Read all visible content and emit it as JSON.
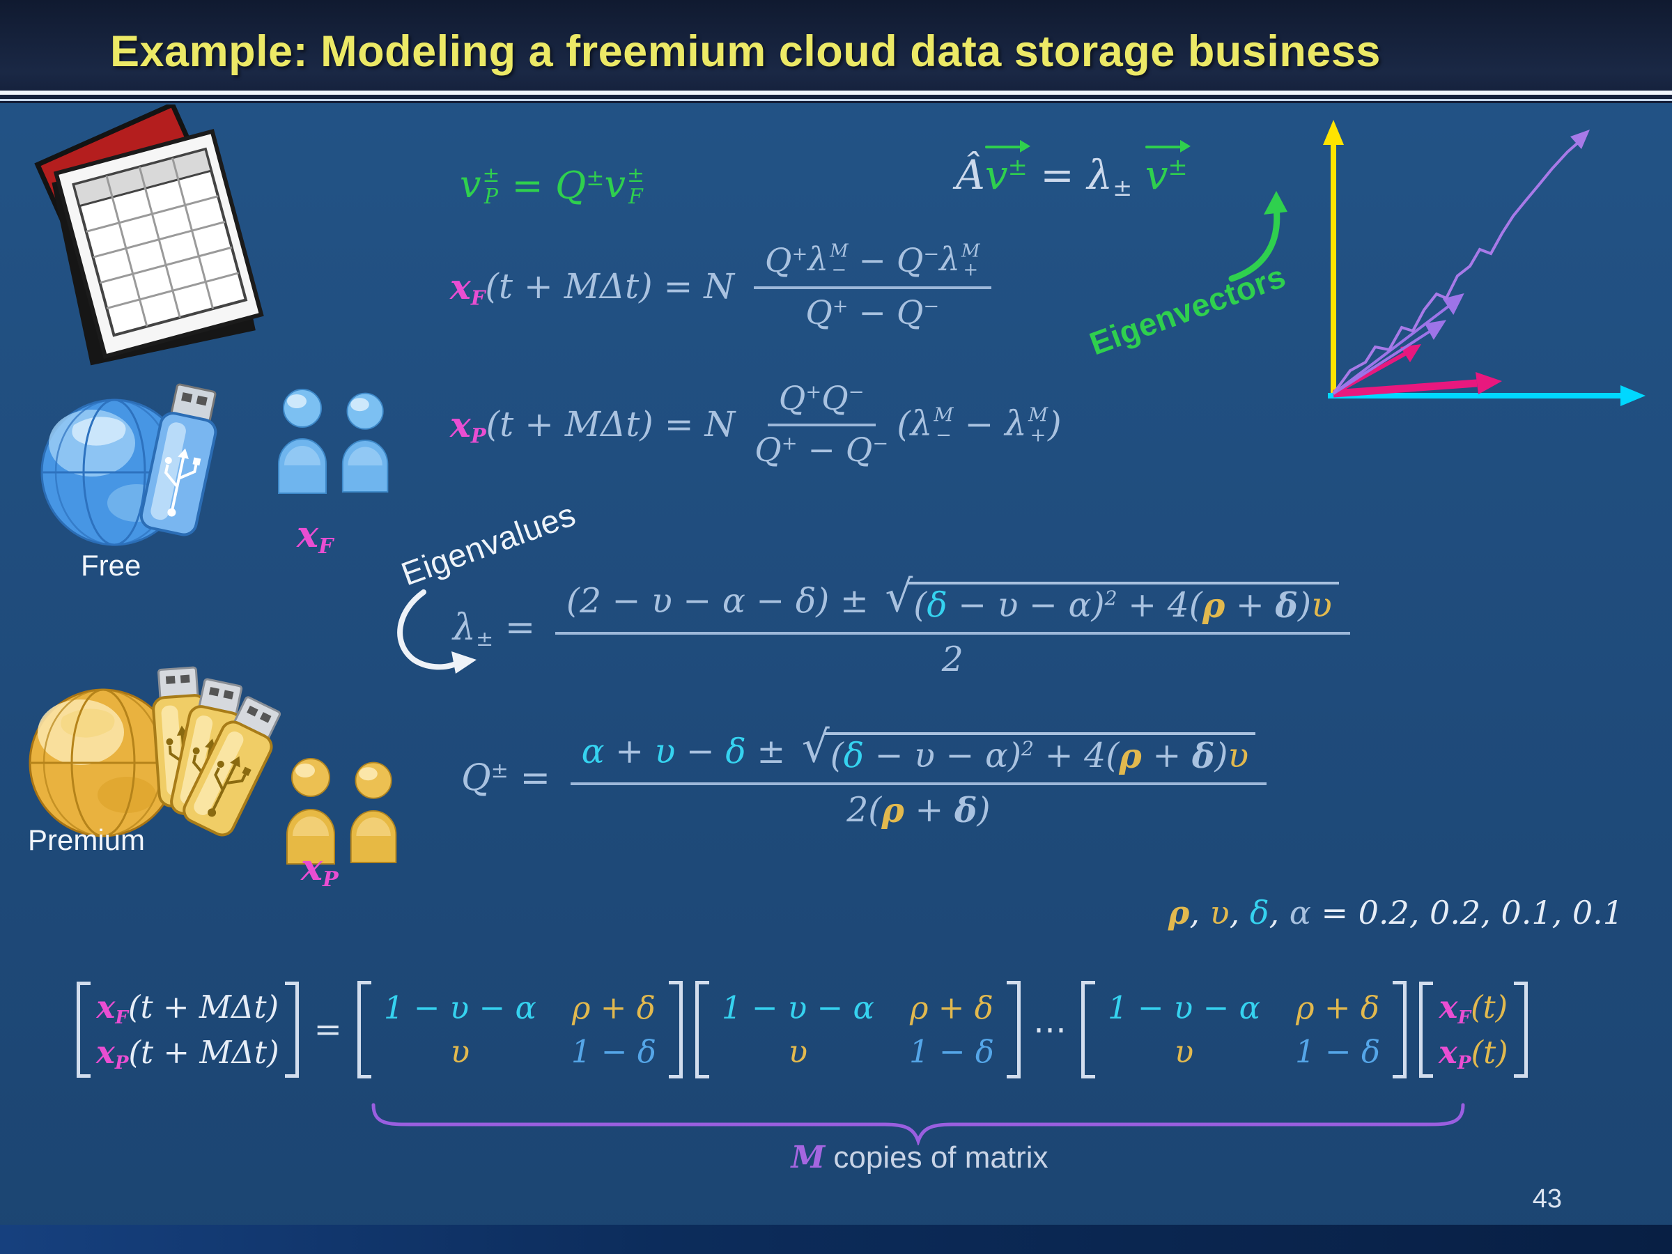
{
  "slide": {
    "title": "Example: Modeling a freemium cloud data storage business",
    "page_number": "43"
  },
  "labels": {
    "free": "Free",
    "premium": "Premium",
    "eigenvalues": "Eigenvalues",
    "eigenvectors": "Eigenvectors"
  },
  "side_labels": {
    "x_f": [
      {
        "t": "x",
        "c": "magenta",
        "b": true,
        "sub": "F"
      }
    ],
    "x_p": [
      {
        "t": "x",
        "c": "magenta",
        "b": true,
        "sub": "P"
      }
    ]
  },
  "equations": {
    "eq_v": [
      {
        "t": "v",
        "c": "green",
        "sup": "±",
        "sub": "P"
      },
      {
        "t": " = ",
        "c": "green"
      },
      {
        "t": "Q",
        "c": "green",
        "sup": "±"
      },
      {
        "t": "v",
        "c": "green",
        "sup": "±",
        "sub": "F"
      }
    ],
    "eq_eig": [
      {
        "t": "Â",
        "c": "lightgray"
      },
      {
        "t": "v",
        "c": "green",
        "sup": "±",
        "over": true
      },
      {
        "t": " = ",
        "c": "lightgray"
      },
      {
        "t": "λ",
        "c": "lightgray",
        "sub": "±"
      },
      {
        "t": " ",
        "c": "lightgray"
      },
      {
        "t": "v",
        "c": "green",
        "sup": "±",
        "over": true
      }
    ],
    "eq_xf": [
      {
        "t": "x",
        "c": "magenta",
        "b": true,
        "sub": "F"
      },
      {
        "t": "(t + MΔt) = N ",
        "c": "slate"
      },
      {
        "type": "frac",
        "num": [
          {
            "t": "Q",
            "c": "slate",
            "sup": "+"
          },
          {
            "t": "λ",
            "c": "slate",
            "sup": "M",
            "sub": "−"
          },
          {
            "t": " − ",
            "c": "slate"
          },
          {
            "t": "Q",
            "c": "slate",
            "sup": "−"
          },
          {
            "t": "λ",
            "c": "slate",
            "sup": "M",
            "sub": "+"
          }
        ],
        "den": [
          {
            "t": "Q",
            "c": "slate",
            "sup": "+"
          },
          {
            "t": " − ",
            "c": "slate"
          },
          {
            "t": "Q",
            "c": "slate",
            "sup": "−"
          }
        ]
      }
    ],
    "eq_xp": [
      {
        "t": "x",
        "c": "magenta",
        "b": true,
        "sub": "P"
      },
      {
        "t": "(t + MΔt) = N ",
        "c": "slate"
      },
      {
        "type": "frac",
        "num": [
          {
            "t": "Q",
            "c": "slate",
            "sup": "+"
          },
          {
            "t": "Q",
            "c": "slate",
            "sup": "−"
          }
        ],
        "den": [
          {
            "t": "Q",
            "c": "slate",
            "sup": "+"
          },
          {
            "t": " − ",
            "c": "slate"
          },
          {
            "t": "Q",
            "c": "slate",
            "sup": "−"
          }
        ]
      },
      {
        "t": "(",
        "c": "slate"
      },
      {
        "t": "λ",
        "c": "slate",
        "sup": "M",
        "sub": "−"
      },
      {
        "t": " − ",
        "c": "slate"
      },
      {
        "t": "λ",
        "c": "slate",
        "sup": "M",
        "sub": "+"
      },
      {
        "t": ")",
        "c": "slate"
      }
    ],
    "eq_lambda": [
      {
        "t": "λ",
        "c": "slate",
        "sub": "±"
      },
      {
        "t": " = ",
        "c": "slate"
      },
      {
        "type": "frac",
        "num": [
          {
            "t": "(2 − υ − α − δ)",
            "c": "slate"
          },
          {
            "t": " ± ",
            "c": "slate"
          },
          {
            "type": "sqrt",
            "rad": "√",
            "inner": [
              {
                "t": "(",
                "c": "slate"
              },
              {
                "t": "δ",
                "c": "cyan"
              },
              {
                "t": " − υ − α",
                "c": "slate"
              },
              {
                "t": ")",
                "c": "slate",
                "sup": "2"
              },
              {
                "t": " + 4(",
                "c": "slate"
              },
              {
                "t": "ρ",
                "c": "gold",
                "b": true
              },
              {
                "t": " + ",
                "c": "slate"
              },
              {
                "t": "δ",
                "c": "slate",
                "b": true
              },
              {
                "t": ")",
                "c": "slate"
              },
              {
                "t": "υ",
                "c": "gold"
              }
            ]
          }
        ],
        "den": [
          {
            "t": "2",
            "c": "slate"
          }
        ]
      }
    ],
    "eq_q": [
      {
        "t": "Q",
        "c": "slate",
        "sup": "±"
      },
      {
        "t": " = ",
        "c": "slate"
      },
      {
        "type": "frac",
        "num": [
          {
            "t": "α",
            "c": "cyan"
          },
          {
            "t": " + ",
            "c": "slate"
          },
          {
            "t": "υ",
            "c": "cyan"
          },
          {
            "t": " − ",
            "c": "slate"
          },
          {
            "t": "δ",
            "c": "cyan"
          },
          {
            "t": " ± ",
            "c": "slate"
          },
          {
            "type": "sqrt",
            "rad": "√",
            "inner": [
              {
                "t": "(",
                "c": "slate"
              },
              {
                "t": "δ",
                "c": "cyan"
              },
              {
                "t": " − υ − α",
                "c": "slate"
              },
              {
                "t": ")",
                "c": "slate",
                "sup": "2"
              },
              {
                "t": " + 4(",
                "c": "slate"
              },
              {
                "t": "ρ",
                "c": "gold",
                "b": true
              },
              {
                "t": " + ",
                "c": "slate"
              },
              {
                "t": "δ",
                "c": "slate",
                "b": true
              },
              {
                "t": ")",
                "c": "slate"
              },
              {
                "t": "υ",
                "c": "gold"
              }
            ]
          }
        ],
        "den": [
          {
            "t": "2(",
            "c": "slate"
          },
          {
            "t": "ρ",
            "c": "gold",
            "b": true
          },
          {
            "t": " + ",
            "c": "slate"
          },
          {
            "t": "δ",
            "c": "slate",
            "b": true
          },
          {
            "t": ")",
            "c": "slate"
          }
        ]
      }
    ]
  },
  "params": [
    {
      "t": "ρ",
      "c": "gold",
      "b": true
    },
    {
      "t": ", ",
      "c": "white"
    },
    {
      "t": "υ",
      "c": "gold"
    },
    {
      "t": ", ",
      "c": "white"
    },
    {
      "t": "δ",
      "c": "cyan"
    },
    {
      "t": ", ",
      "c": "white"
    },
    {
      "t": "α",
      "c": "slate"
    },
    {
      "t": " = 0.2, 0.2, 0.1, 0.1",
      "c": "white"
    }
  ],
  "matrix_eq": {
    "lhs_rows": [
      [
        {
          "t": "x",
          "c": "magenta",
          "b": true,
          "sub": "F"
        },
        {
          "t": "(t + MΔt)",
          "c": "white"
        }
      ],
      [
        {
          "t": "x",
          "c": "magenta",
          "b": true,
          "sub": "P"
        },
        {
          "t": "(t + MΔt)",
          "c": "white"
        }
      ]
    ],
    "equals": "=",
    "dots": "⋯",
    "cells": {
      "r1c1": "1 − υ − α",
      "r1c2": "ρ + δ",
      "r2c1": "υ",
      "r2c2": "1 − δ"
    },
    "rhs_rows": [
      [
        {
          "t": "x",
          "c": "magenta",
          "b": true,
          "sub": "F"
        },
        {
          "t": "(t)",
          "c": "gold"
        }
      ],
      [
        {
          "t": "x",
          "c": "magenta",
          "b": true,
          "sub": "P"
        },
        {
          "t": "(t)",
          "c": "gold"
        }
      ]
    ],
    "brace_label": [
      {
        "t": "M",
        "c": "purple",
        "b": true
      },
      {
        "t": " copies of matrix",
        "c": "label"
      }
    ]
  },
  "colors": {
    "background": "#1f4b7c",
    "header": "#15203a",
    "title": "#ece966",
    "green": "#2fd04e",
    "magenta": "#ea4ed2",
    "cyan": "#36d3f0",
    "gold": "#e2b94e",
    "slate": "#a9c2e0",
    "blue": "#55a6e8",
    "purple": "#a566e0",
    "axis_yellow": "#ffe400",
    "axis_cyan": "#00d8ff",
    "vector_magenta": "#e8187e",
    "vector_purple": "#9d74e8"
  },
  "icons": {
    "spreadsheet": "spreadsheet-stack-icon",
    "free_service": "globe-usb-blue-icon",
    "free_users": "two-users-blue-icon",
    "premium_service": "globe-usb-gold-icon",
    "premium_users": "two-users-gold-icon",
    "plot": "eigenvector-axes-plot",
    "eigenvalues_arrow": "curved-arrow-white",
    "eigenvectors_arrow": "curved-arrow-green",
    "brace": "underbrace-purple"
  }
}
